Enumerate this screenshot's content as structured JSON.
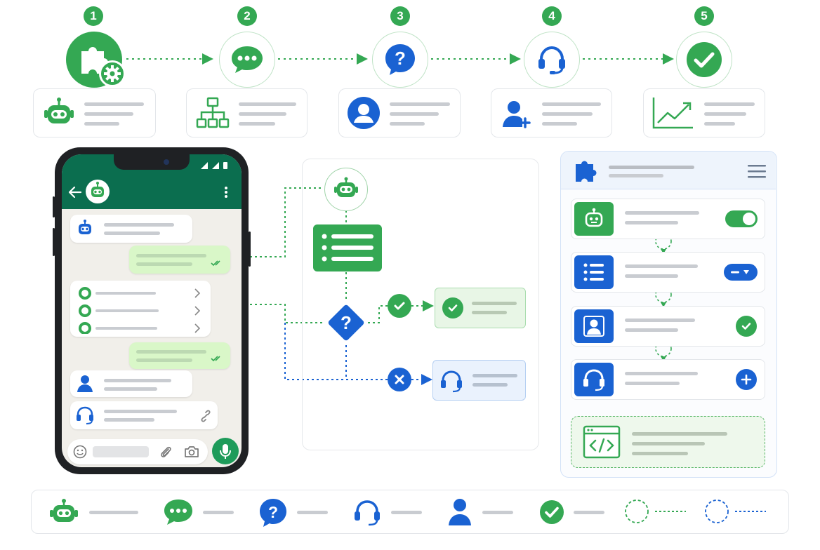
{
  "colors": {
    "green": "#34a853",
    "dark_green": "#0b6e4f",
    "blue": "#1a62d2",
    "light_green": "#e8f6e6",
    "light_blue": "#eaf2fd",
    "placeholder_bar": "#c9ccd1"
  },
  "steps": [
    {
      "number": "1",
      "icon": "puzzle-gear-icon",
      "card_icon": "robot-icon"
    },
    {
      "number": "2",
      "icon": "chat-bubble-icon",
      "card_icon": "org-chart-icon"
    },
    {
      "number": "3",
      "icon": "question-bubble-icon",
      "card_icon": "user-avatar-icon"
    },
    {
      "number": "4",
      "icon": "headset-icon",
      "card_icon": "add-user-icon"
    },
    {
      "number": "5",
      "icon": "check-circle-icon",
      "card_icon": "line-chart-icon"
    }
  ],
  "phone_chat": {
    "header_icons": [
      "back-arrow-icon",
      "robot-avatar-icon",
      "more-vert-icon"
    ],
    "status_icons": [
      "wifi-icon",
      "signal-icon",
      "battery-icon"
    ],
    "messages": [
      {
        "direction": "in",
        "icon": "robot-icon"
      },
      {
        "direction": "out",
        "icon": "double-check-icon"
      },
      {
        "direction": "in",
        "icon": "option-list-icon",
        "options": 3
      },
      {
        "direction": "out",
        "icon": "double-check-icon"
      },
      {
        "direction": "in",
        "icon": "user-icon"
      },
      {
        "direction": "in",
        "icon": "headset-icon",
        "trailing_icon": "link-icon"
      }
    ],
    "composer_icons": [
      "emoji-icon",
      "attach-icon",
      "camera-icon",
      "mic-icon"
    ]
  },
  "flow": {
    "nodes": [
      "robot-node",
      "menu-list-node",
      "decision-question-node",
      "success-check-node",
      "success-card-node",
      "fail-x-node",
      "agent-card-node"
    ],
    "branches": [
      {
        "result": "check-icon",
        "target": "resolved-card"
      },
      {
        "result": "x-icon",
        "target": "agent-headset-card"
      }
    ]
  },
  "config_panel": {
    "header_icons": [
      "puzzle-icon",
      "hamburger-menu-icon"
    ],
    "rows": [
      {
        "tile_icon": "robot-icon",
        "tile_color": "green",
        "control": "toggle-on"
      },
      {
        "tile_icon": "list-icon",
        "tile_color": "blue",
        "control": "dropdown-pill"
      },
      {
        "tile_icon": "user-icon",
        "tile_color": "blue",
        "control": "check-circle"
      },
      {
        "tile_icon": "headset-icon",
        "tile_color": "blue",
        "control": "add-circle"
      }
    ],
    "footer_icon": "code-window-icon"
  },
  "legend": {
    "items": [
      "robot-icon",
      "chat-bubble-icon",
      "question-bubble-icon",
      "headset-icon",
      "user-icon",
      "check-circle-icon",
      "green-dashed-circle-icon",
      "blue-dashed-circle-icon"
    ]
  }
}
